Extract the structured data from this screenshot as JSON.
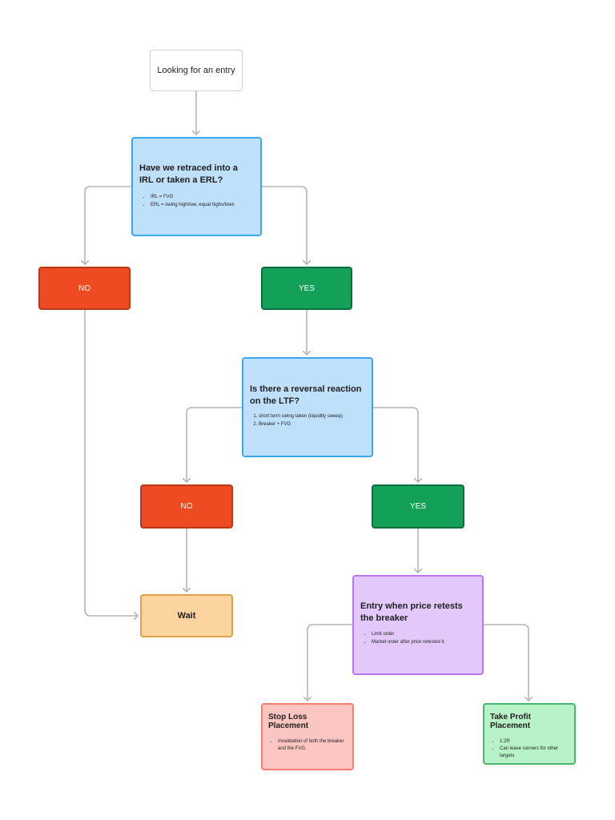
{
  "start": {
    "label": "Looking for an entry"
  },
  "question1": {
    "title": "Have we retraced into a IRL or taken a ERL?",
    "bullets": [
      "IRL = FVG",
      "ERL = swing high/low, equal highs/lows"
    ]
  },
  "branch1": {
    "no": "NO",
    "yes": "YES"
  },
  "question2": {
    "title": "Is there a reversal reaction on the LTF?",
    "items": [
      "short term swing taken (liquidity sweep)",
      "Breaker + FVG"
    ]
  },
  "branch2": {
    "no": "NO",
    "yes": "YES"
  },
  "wait": {
    "label": "Wait"
  },
  "entry": {
    "title": "Entry when price retests the breaker",
    "bullets": [
      "Limit order",
      "Market order after price retested it."
    ]
  },
  "stop_loss": {
    "title": "Stop Loss Placement",
    "bullets": [
      "Invalidation of both the breaker and the FVG."
    ]
  },
  "take_profit": {
    "title": "Take Profit Placement",
    "bullets": [
      "1:2R",
      "Can leave runners for other targets"
    ]
  },
  "colors": {
    "no": "#ee4b22",
    "yes": "#13a15a",
    "question": "#bfe0fb",
    "wait": "#fbd4a0",
    "entry": "#e3c9fb",
    "stop_loss": "#fbc5c1",
    "take_profit": "#b8f2c8",
    "connector": "#b5b5b5"
  }
}
